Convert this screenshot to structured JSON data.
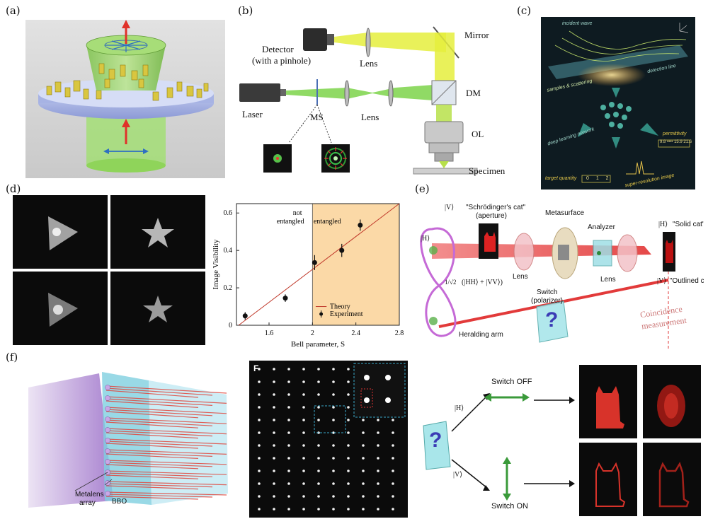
{
  "panel_labels": {
    "a": "(a)",
    "b": "(b)",
    "c": "(c)",
    "d": "(d)",
    "e": "(e)",
    "f": "(f)"
  },
  "panel_b": {
    "detector": "Detector",
    "detector_sub": "(with a pinhole)",
    "lens_top": "Lens",
    "mirror": "Mirror",
    "laser": "Laser",
    "ms": "MS",
    "lens_mid": "Lens",
    "dm": "DM",
    "ol": "OL",
    "specimen": "Specimen"
  },
  "panel_c": {
    "incident_wave": "incident wave",
    "samples": "samples & scattering",
    "detection_line": "detection line",
    "network": "deep learning network",
    "permittivity": "permittivity",
    "perm_values": "9.8 •••• 15.9 21.6",
    "target_quantity": "target quantity",
    "target_values": "0 1 2",
    "super_res": "super-resolution image"
  },
  "panel_d_chart": {
    "chart_data": {
      "type": "scatter",
      "xlabel": "Bell parameter, S",
      "ylabel": "Image Visibility",
      "xlim": [
        1.3,
        2.8
      ],
      "ylim": [
        0,
        0.65
      ],
      "xticks": [
        "1.6",
        "2",
        "2.4",
        "2.8"
      ],
      "yticks": [
        "0",
        "0.2",
        "0.4",
        "0.6"
      ],
      "region_labels": {
        "left_1": "not",
        "left_2": "entangled",
        "right": "entangled"
      },
      "shaded_region_x": [
        2.0,
        2.8
      ],
      "theory": {
        "name": "Theory",
        "x": [
          1.32,
          2.8
        ],
        "y": [
          0.0,
          0.69
        ]
      },
      "experiment": {
        "name": "Experiment",
        "x": [
          1.38,
          1.75,
          2.02,
          2.27,
          2.44
        ],
        "y": [
          0.05,
          0.145,
          0.335,
          0.4,
          0.535
        ],
        "err": [
          0.02,
          0.02,
          0.04,
          0.035,
          0.03
        ]
      }
    }
  },
  "panel_e": {
    "cat_label_1": "\"Schrödinger's cat\"",
    "cat_label_2": "(aperture)",
    "metasurface": "Metasurface",
    "analyzer": "Analyzer",
    "lens_1": "Lens",
    "lens_2": "Lens",
    "solid_cat": "\"Solid cat\"",
    "outlined_cat": "\"Outlined cat\"",
    "ket_h": "|H⟩",
    "ket_v": "|V⟩",
    "state_formula": "(|HH⟩ + |VV⟩)",
    "state_prefix": "1/√2",
    "switch_1": "Switch",
    "switch_2": "(polarizer)",
    "heralding": "Heralding arm",
    "coincidence_1": "Coincidence",
    "coincidence_2": "measurement",
    "switch_off": "Switch OFF",
    "switch_on": "Switch ON",
    "question": "?"
  },
  "panel_f": {
    "metalens": "Metalens",
    "metalens_2": "array",
    "bbo": "BBO",
    "F": "F"
  }
}
